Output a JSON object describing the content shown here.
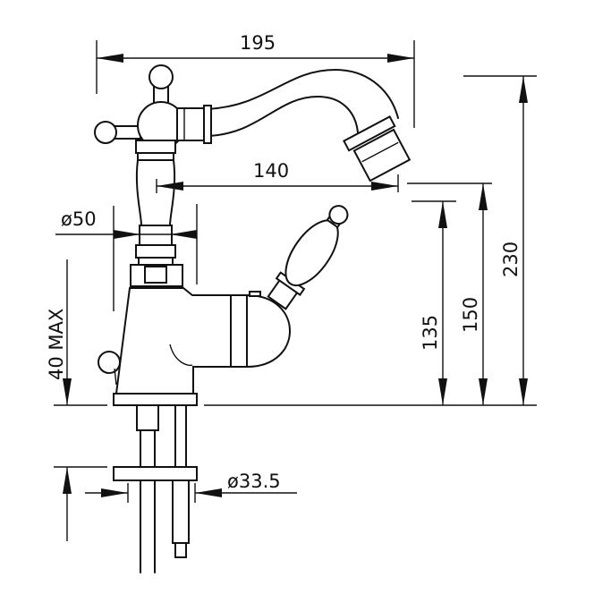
{
  "dimensions": {
    "overall_width": "195",
    "spout_reach": "140",
    "column_diameter": "ø50",
    "max_deck_thickness": "40 MAX",
    "height_outlet_low": "135",
    "height_outlet_high": "150",
    "overall_height": "230",
    "shank_diameter": "ø33.5"
  }
}
